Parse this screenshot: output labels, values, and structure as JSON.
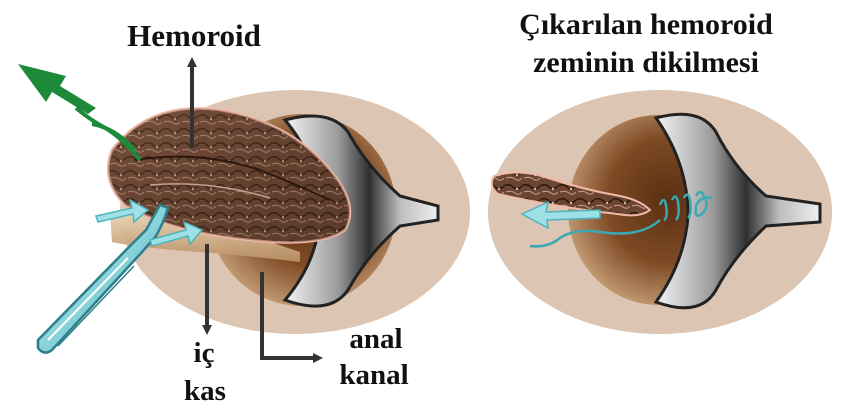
{
  "labels": {
    "hemoroid": "Hemoroid",
    "right_title_line1": "Çıkarılan hemoroid",
    "right_title_line2": "zeminin dikilmesi",
    "ic": "iç",
    "kas": "kas",
    "anal": "anal",
    "kanal": "kanal"
  },
  "colors": {
    "background": "#ffffff",
    "skin": "#dcc6b3",
    "canal_brown": "#8a4f25",
    "hemorrhoid": "#6b4532",
    "arrow_dark": "#333333",
    "arrow_green": "#1d8a3a",
    "arrow_light_blue": "#7fd3dc",
    "suture": "#3aa9b5",
    "retractor_metal": "#b8b8b8",
    "scalpel_blue": "#6fc7cf"
  },
  "icons": {
    "scalpel": "scalpel-icon",
    "forceps": "forceps-icon",
    "anal_retractor": "anal-retractor-icon",
    "suture_needle": "suture-needle-icon"
  }
}
